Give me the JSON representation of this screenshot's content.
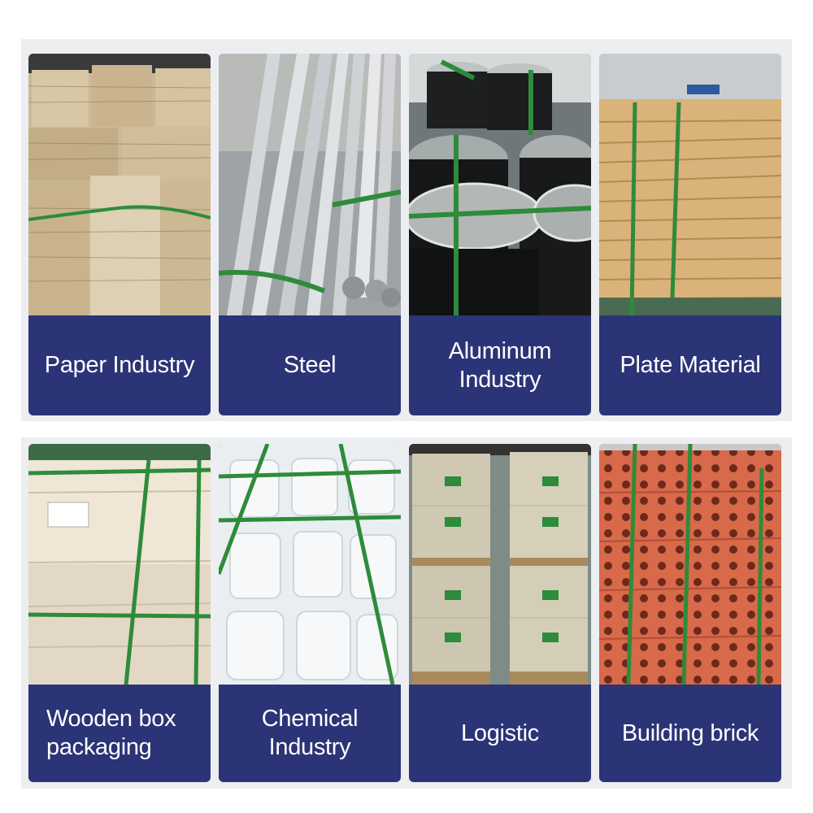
{
  "applications": [
    {
      "id": "paper",
      "lines": [
        "Paper Industry"
      ]
    },
    {
      "id": "steel",
      "lines": [
        "Steel"
      ]
    },
    {
      "id": "aluminum",
      "lines": [
        "Aluminum",
        "Industry"
      ]
    },
    {
      "id": "plate",
      "lines": [
        "Plate Material"
      ]
    },
    {
      "id": "wooden-box",
      "lines": [
        "Wooden box",
        "packaging"
      ]
    },
    {
      "id": "chemical",
      "lines": [
        "Chemical",
        "Industry"
      ]
    },
    {
      "id": "logistic",
      "lines": [
        "Logistic"
      ]
    },
    {
      "id": "brick",
      "lines": [
        "Building brick"
      ]
    }
  ],
  "colors": {
    "label_background": "#2b3476",
    "panel_background": "#eceef1",
    "strap_green": "#2e8b3a"
  }
}
